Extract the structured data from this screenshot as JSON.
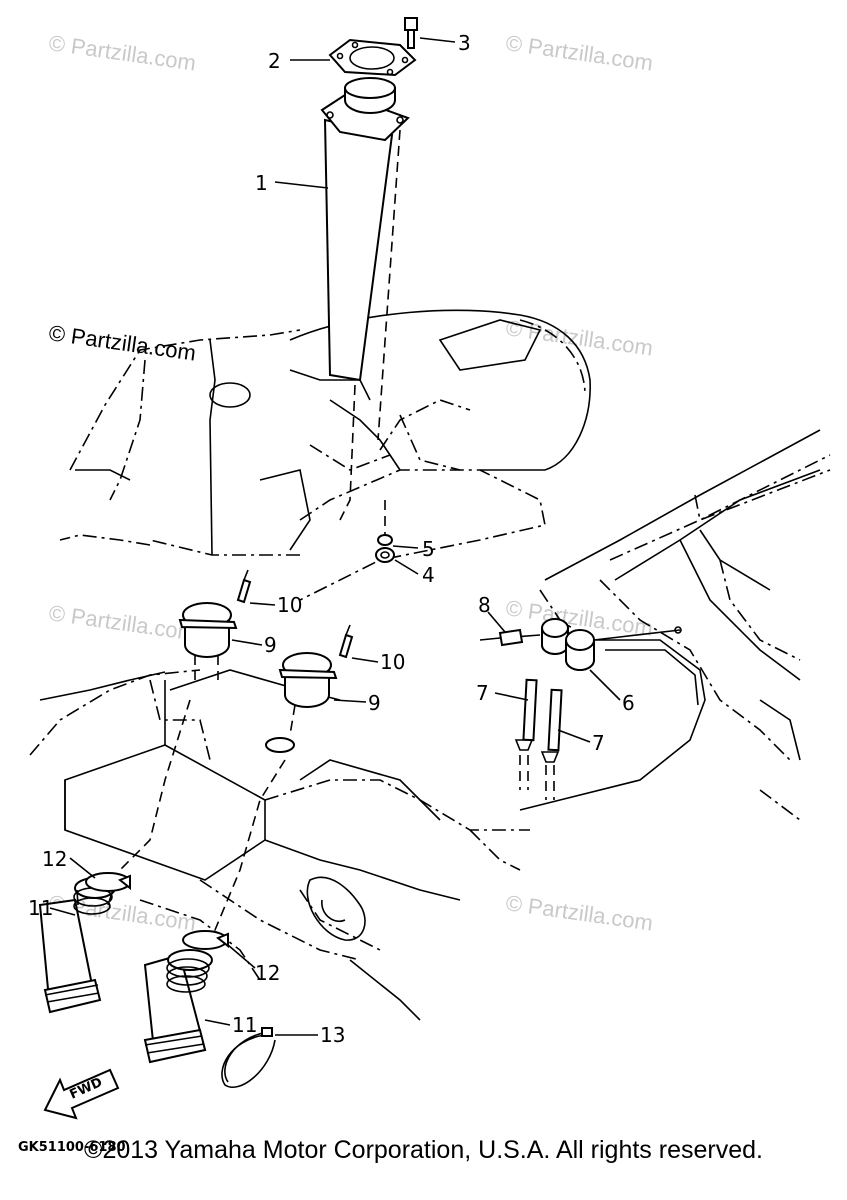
{
  "watermarks": [
    "© Partzilla.com",
    "© Partzilla.com",
    "© Partzilla.com",
    "© Partzilla.com",
    "© Partzilla.com",
    "© Partzilla.com",
    "© Partzilla.com",
    "© Partzilla.com"
  ],
  "callouts": {
    "c1": "1",
    "c2": "2",
    "c3": "3",
    "c4": "4",
    "c5": "5",
    "c6": "6",
    "c7a": "7",
    "c7b": "7",
    "c8": "8",
    "c9a": "9",
    "c9b": "9",
    "c10a": "10",
    "c10b": "10",
    "c11a": "11",
    "c11b": "11",
    "c12a": "12",
    "c12b": "12",
    "c13": "13"
  },
  "fwd_label": "FWD",
  "diagram_code": "GK51100-6180",
  "copyright": "©2013 Yamaha Motor Corporation, U.S.A. All rights reserved."
}
